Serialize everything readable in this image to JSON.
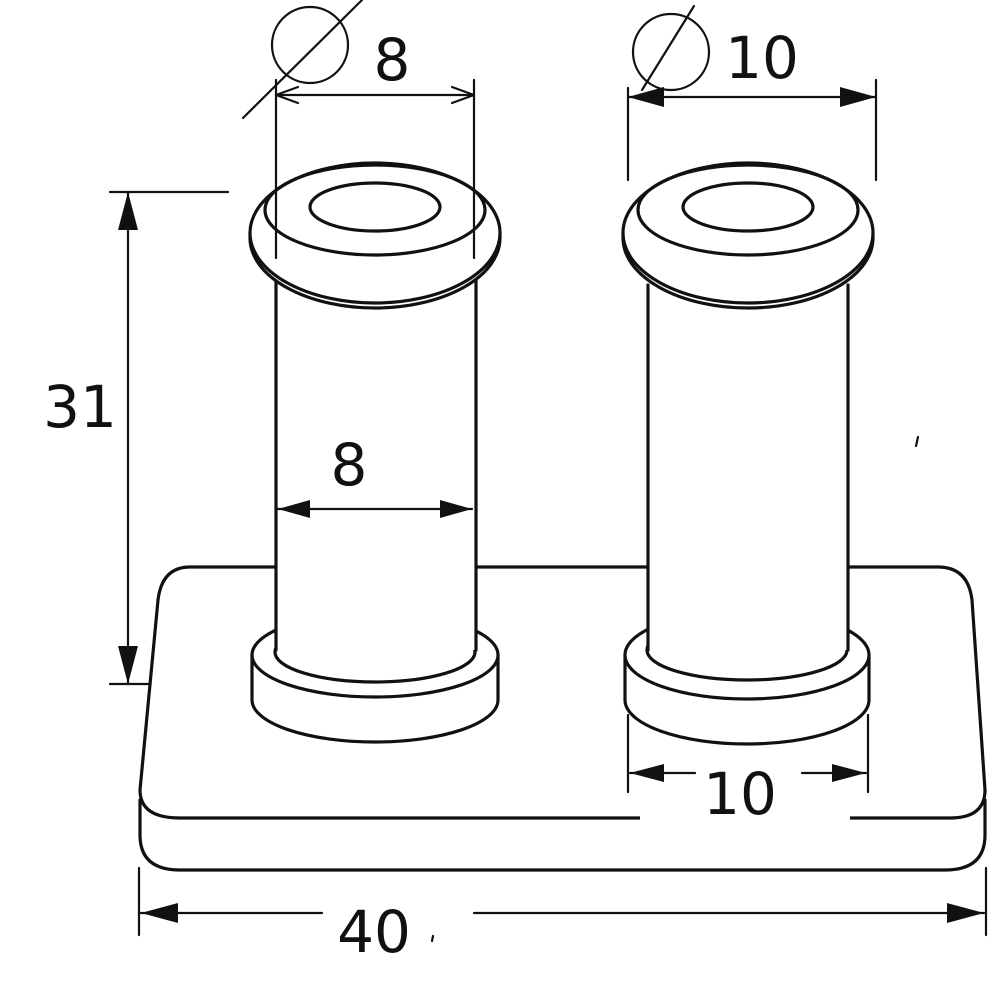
{
  "dimensions": {
    "left_diameter_label": "8",
    "right_diameter_label": "10",
    "height_label": "31",
    "left_shaft_width_label": "8",
    "right_collar_width_label": "10",
    "base_width_label": "40"
  },
  "colors": {
    "line": "#111111",
    "background": "#ffffff"
  }
}
